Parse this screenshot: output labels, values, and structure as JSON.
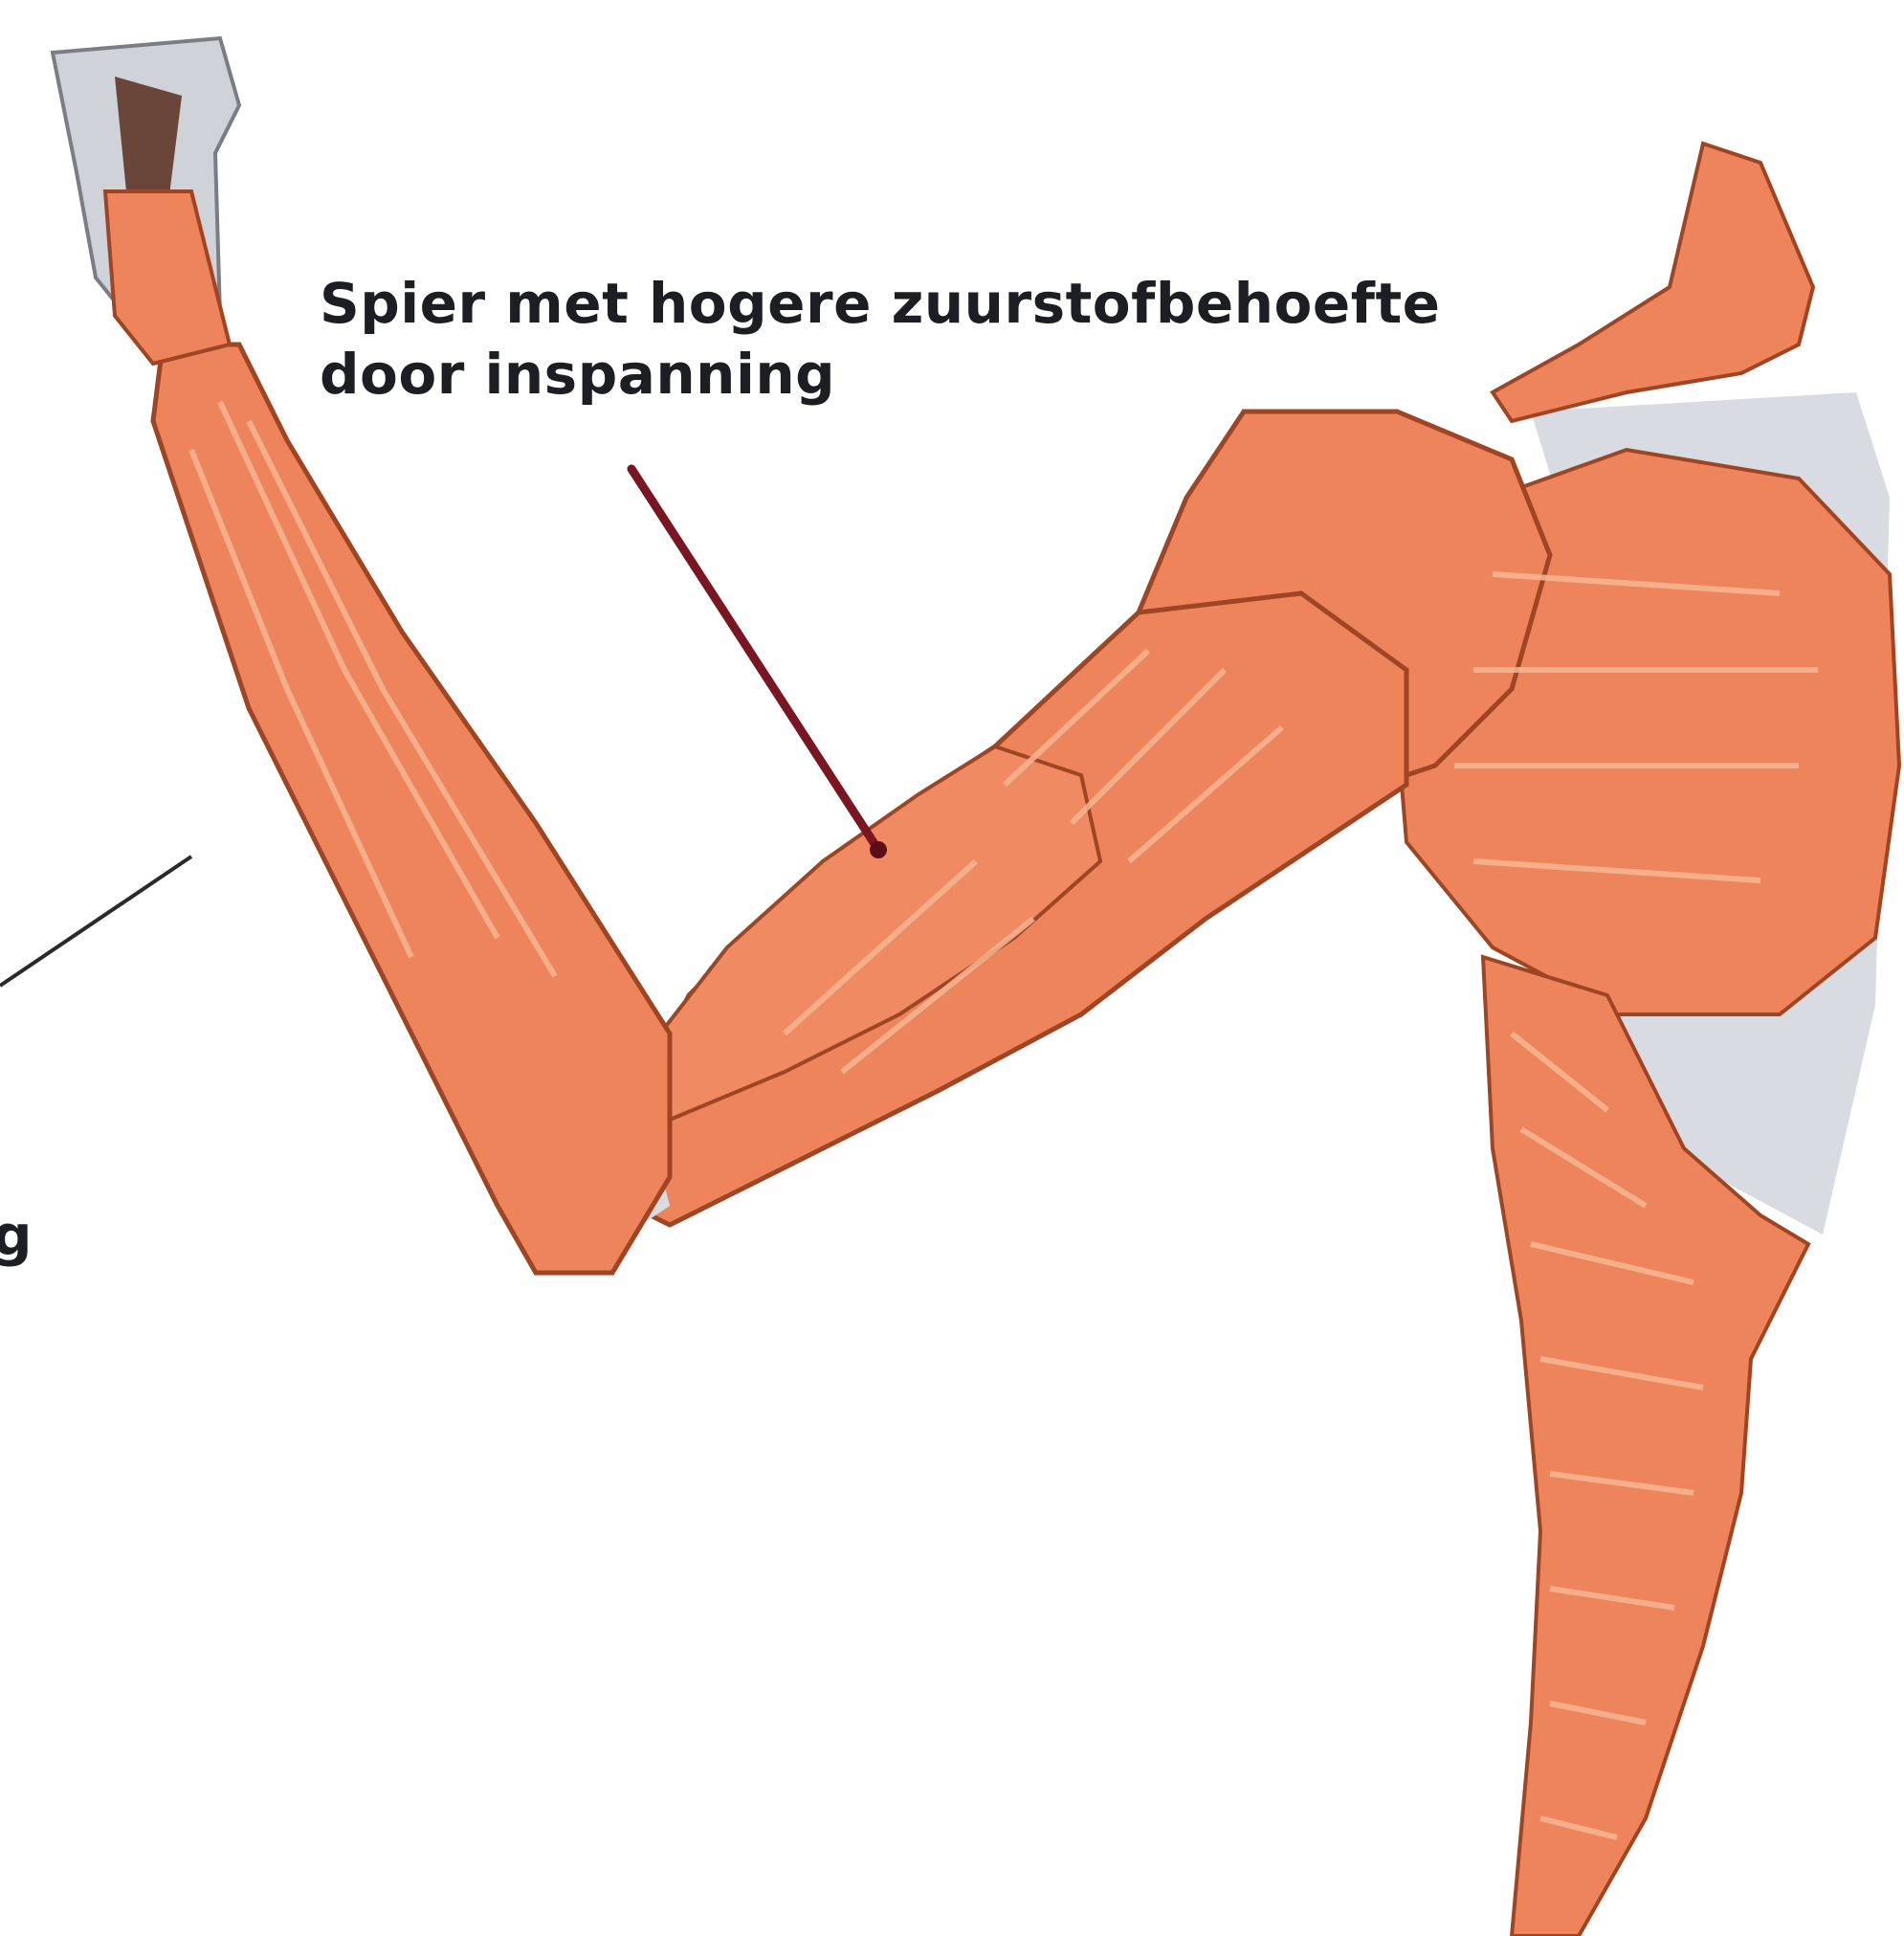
{
  "labels": {
    "muscle_line1": "Spier met hogere zuurstofbehoefte",
    "muscle_line2": "door inspanning",
    "cut_off_fragment": "g"
  },
  "colors": {
    "background": "#ffffff",
    "muscle_base": "#ee845c",
    "muscle_dark": "#9e4524",
    "muscle_highlight": "#f6b691",
    "tendon": "#d8dbe2",
    "pointer_main": "#7a1622",
    "pointer_cut": "#2a2a2a",
    "text": "#1d1d24"
  },
  "icons": {
    "figure": "muscular-arm-illustration"
  }
}
